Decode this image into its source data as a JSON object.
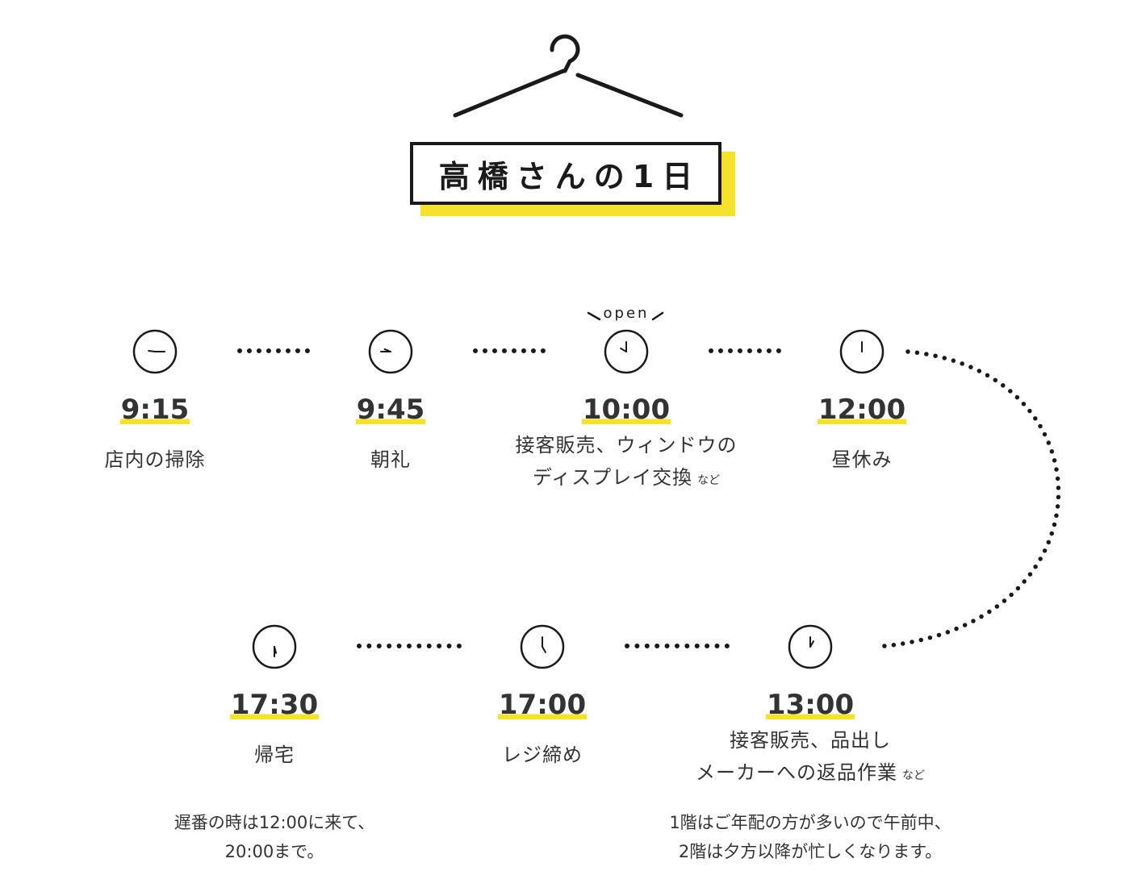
{
  "title": "高橋さんの1日",
  "colors": {
    "accent": "#f5e22b",
    "ink": "#1a1a1a",
    "text": "#333333"
  },
  "open_label": "open",
  "schedule": [
    {
      "time": "9:15",
      "task": "店内の掃除",
      "task_line2": "",
      "suffix": "",
      "clock_icon": "clock-icon",
      "clock_hour": 9,
      "clock_minute": 15
    },
    {
      "time": "9:45",
      "task": "朝礼",
      "task_line2": "",
      "suffix": "",
      "clock_icon": "clock-icon",
      "clock_hour": 9,
      "clock_minute": 45
    },
    {
      "time": "10:00",
      "task": "接客販売、ウィンドウの",
      "task_line2": "ディスプレイ交換",
      "suffix": "など",
      "clock_icon": "clock-icon",
      "clock_hour": 10,
      "clock_minute": 0
    },
    {
      "time": "12:00",
      "task": "昼休み",
      "task_line2": "",
      "suffix": "",
      "clock_icon": "clock-icon",
      "clock_hour": 12,
      "clock_minute": 0
    },
    {
      "time": "13:00",
      "task": "接客販売、品出し",
      "task_line2": "メーカーへの返品作業",
      "suffix": "など",
      "clock_icon": "clock-icon",
      "clock_hour": 13,
      "clock_minute": 0
    },
    {
      "time": "17:00",
      "task": "レジ締め",
      "task_line2": "",
      "suffix": "",
      "clock_icon": "clock-icon",
      "clock_hour": 17,
      "clock_minute": 0
    },
    {
      "time": "17:30",
      "task": "帰宅",
      "task_line2": "",
      "suffix": "",
      "clock_icon": "clock-icon",
      "clock_hour": 17,
      "clock_minute": 30
    }
  ],
  "notes": {
    "late_shift": [
      "遅番の時は12:00に来て、",
      "20:00まで。"
    ],
    "floors": [
      "1階はご年配の方が多いので午前中、",
      "2階は夕方以降が忙しくなります。"
    ]
  }
}
